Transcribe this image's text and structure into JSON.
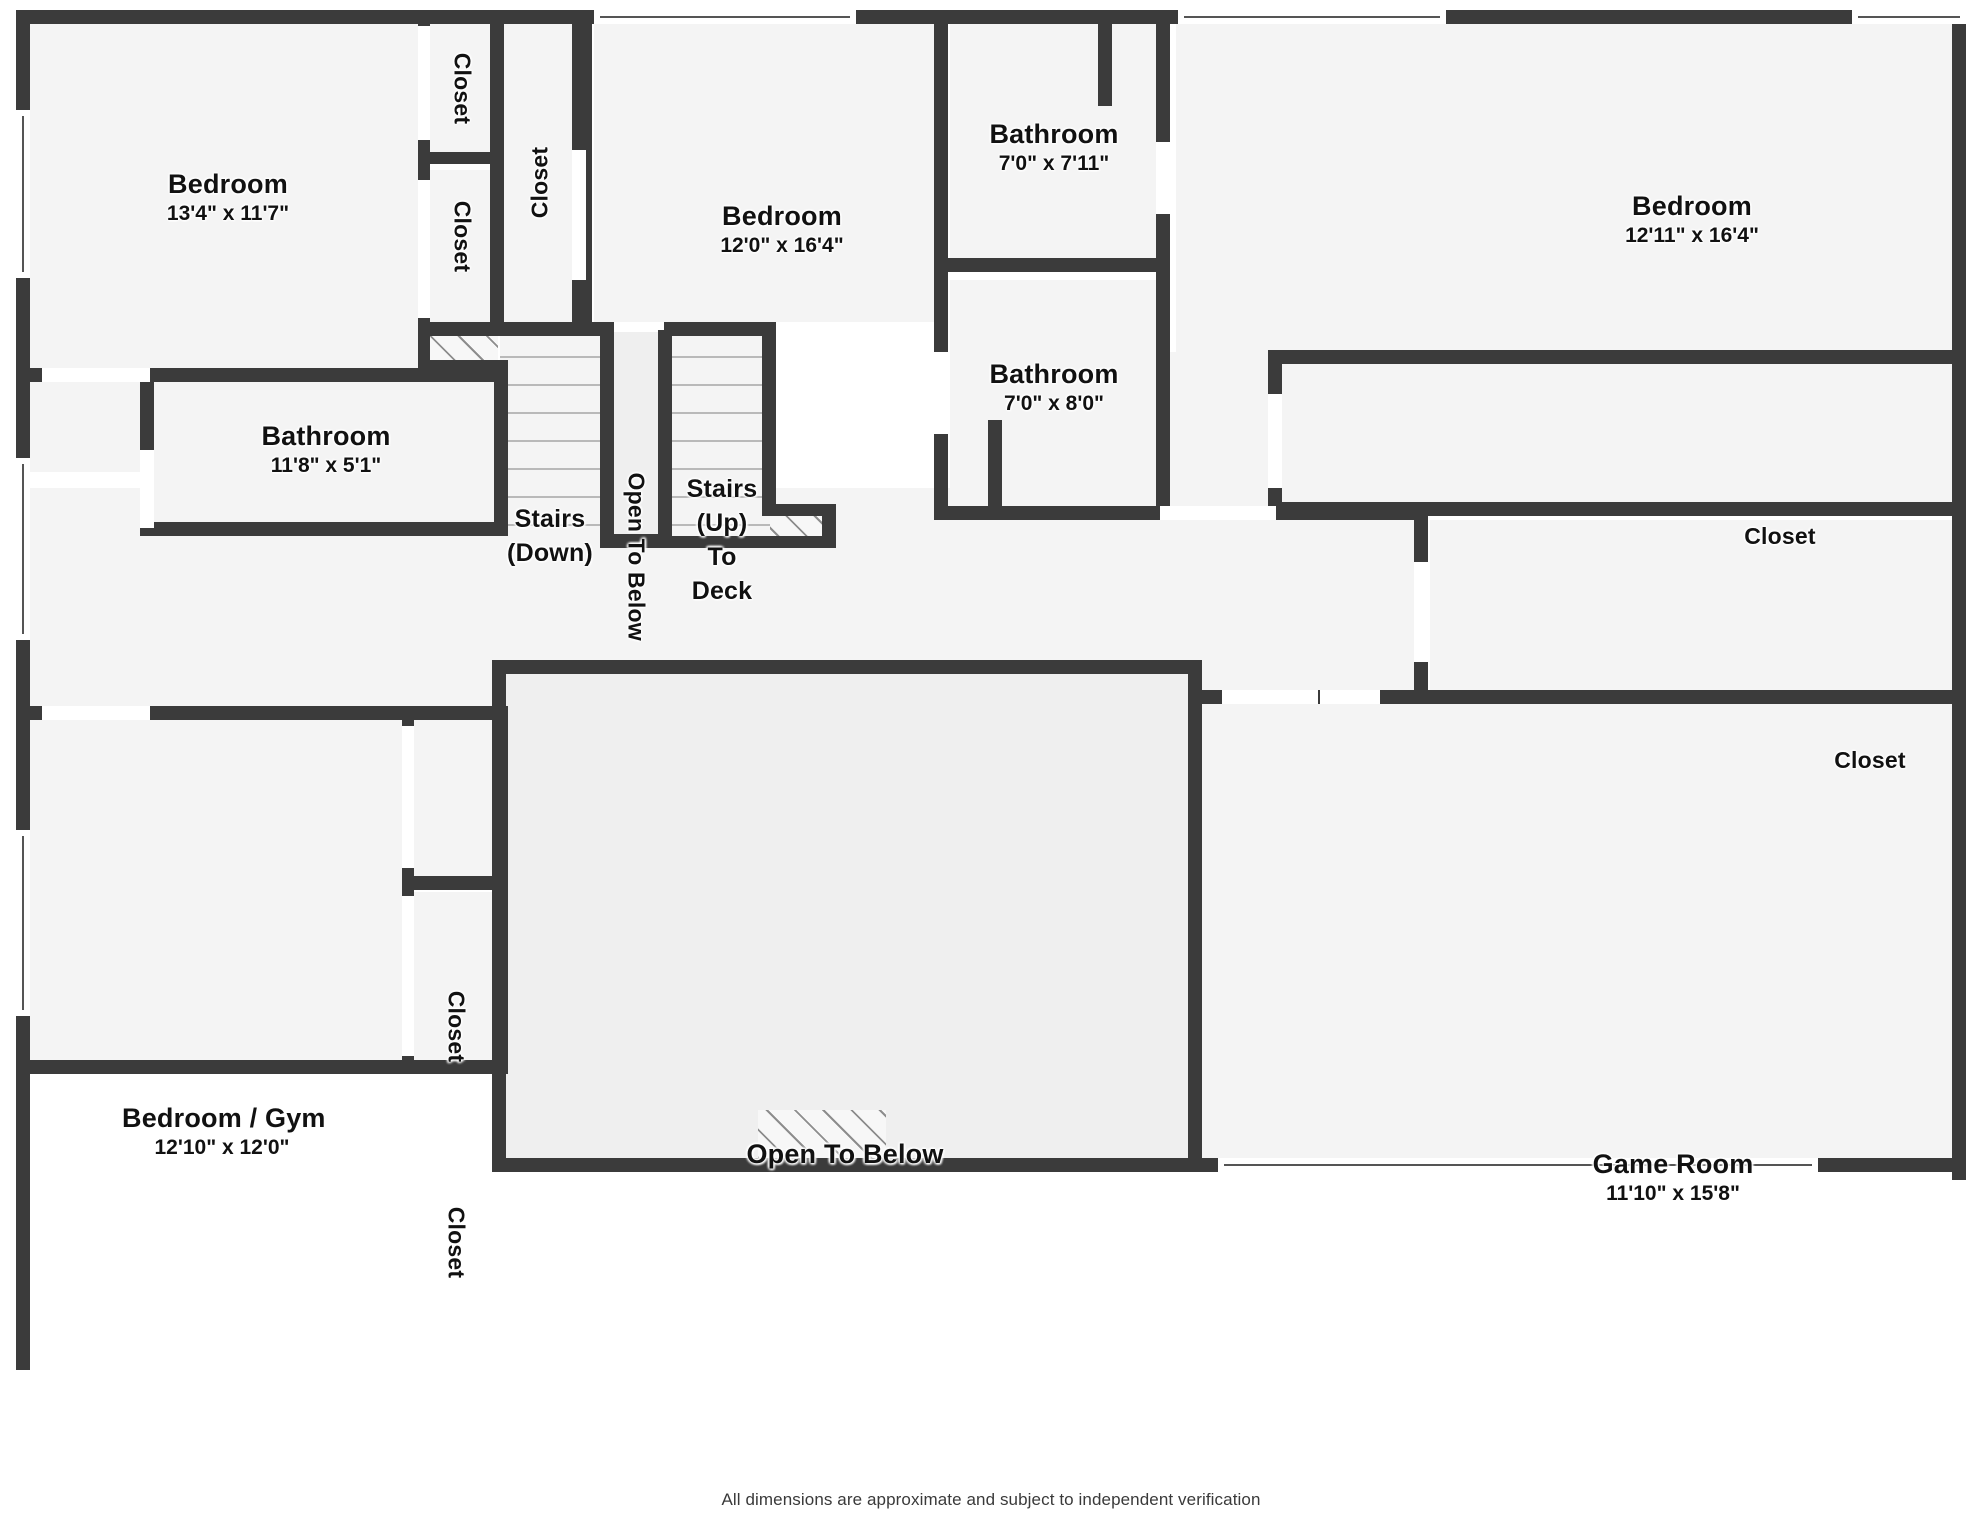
{
  "floorplan": {
    "footer_note": "All dimensions are approximate and subject to independent verification",
    "colors": {
      "wall": "#3b3b3b",
      "room_fill": "#f4f4f4",
      "open_below_fill": "#efefef",
      "page_background": "#ffffff",
      "text": "#111111",
      "tread_line": "#b9b9b9"
    },
    "rooms": [
      {
        "id": "bedroom-top-left",
        "name": "Bedroom",
        "dimensions": "13'4\" x 11'7\""
      },
      {
        "id": "closet-1",
        "name": "Closet",
        "dimensions": ""
      },
      {
        "id": "closet-2",
        "name": "Closet",
        "dimensions": ""
      },
      {
        "id": "closet-3",
        "name": "Closet",
        "dimensions": ""
      },
      {
        "id": "bedroom-top-center",
        "name": "Bedroom",
        "dimensions": "12'0\" x 16'4\""
      },
      {
        "id": "bathroom-top-center",
        "name": "Bathroom",
        "dimensions": "7'0\" x 7'11\""
      },
      {
        "id": "bedroom-top-right",
        "name": "Bedroom",
        "dimensions": "12'11\" x 16'4\""
      },
      {
        "id": "bathroom-mid-center",
        "name": "Bathroom",
        "dimensions": "7'0\" x 8'0\""
      },
      {
        "id": "closet-right-upper",
        "name": "Closet",
        "dimensions": ""
      },
      {
        "id": "closet-right-lower",
        "name": "Closet",
        "dimensions": ""
      },
      {
        "id": "bathroom-left",
        "name": "Bathroom",
        "dimensions": "11'8\" x 5'1\""
      },
      {
        "id": "stairs-down",
        "name": "Stairs (Down)",
        "dimensions": ""
      },
      {
        "id": "open-to-below-narrow",
        "name": "Open To Below",
        "dimensions": ""
      },
      {
        "id": "stairs-up-to-deck",
        "name": "Stairs (Up) To Deck",
        "dimensions": ""
      },
      {
        "id": "bedroom-gym",
        "name": "Bedroom / Gym",
        "dimensions": "12'10\" x 12'0\""
      },
      {
        "id": "closet-gym-upper",
        "name": "Closet",
        "dimensions": ""
      },
      {
        "id": "closet-gym-lower",
        "name": "Closet",
        "dimensions": ""
      },
      {
        "id": "open-to-below-main",
        "name": "Open To Below",
        "dimensions": ""
      },
      {
        "id": "game-room",
        "name": "Game Room",
        "dimensions": "11'10\" x 15'8\""
      }
    ],
    "labels": {
      "bedroom_top_left_name": "Bedroom",
      "bedroom_top_left_dim": "13'4\" x 11'7\"",
      "closet_1": "Closet",
      "closet_2": "Closet",
      "closet_3": "Closet",
      "bedroom_top_center_name": "Bedroom",
      "bedroom_top_center_dim": "12'0\" x 16'4\"",
      "bathroom_top_center_name": "Bathroom",
      "bathroom_top_center_dim": "7'0\" x 7'11\"",
      "bedroom_top_right_name": "Bedroom",
      "bedroom_top_right_dim": "12'11\" x 16'4\"",
      "bathroom_mid_center_name": "Bathroom",
      "bathroom_mid_center_dim": "7'0\" x 8'0\"",
      "closet_right_upper": "Closet",
      "closet_right_lower": "Closet",
      "bathroom_left_name": "Bathroom",
      "bathroom_left_dim": "11'8\" x 5'1\"",
      "stairs_down_line1": "Stairs",
      "stairs_down_line2": "(Down)",
      "open_to_below_narrow": "Open To Below",
      "stairs_up_line1": "Stairs",
      "stairs_up_line2": "(Up)",
      "stairs_up_line3": "To",
      "stairs_up_line4": "Deck",
      "bedroom_gym_name": "Bedroom / Gym",
      "bedroom_gym_dim": "12'10\" x 12'0\"",
      "closet_gym_upper": "Closet",
      "closet_gym_lower": "Closet",
      "open_to_below_main": "Open To Below",
      "game_room_name": "Game Room",
      "game_room_dim": "11'10\" x 15'8\""
    }
  }
}
